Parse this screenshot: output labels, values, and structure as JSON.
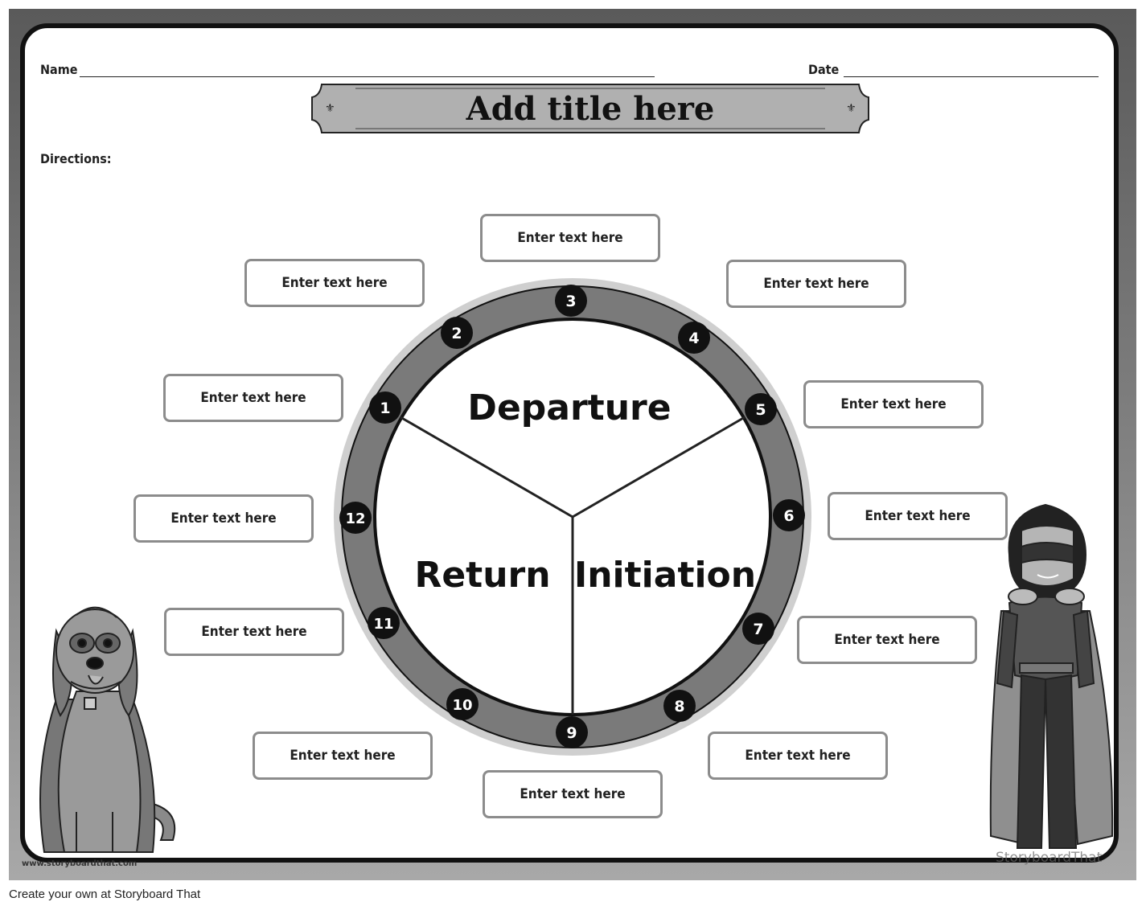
{
  "header": {
    "name_label": "Name",
    "date_label": "Date",
    "title": "Add title here",
    "directions_label": "Directions:"
  },
  "wheel": {
    "sections": {
      "top": "Departure",
      "left": "Return",
      "right": "Initiation"
    },
    "step_numbers": [
      "1",
      "2",
      "3",
      "4",
      "5",
      "6",
      "7",
      "8",
      "9",
      "10",
      "11",
      "12"
    ]
  },
  "text_boxes": [
    "Enter text here",
    "Enter text here",
    "Enter text here",
    "Enter text here",
    "Enter text here",
    "Enter text here",
    "Enter text here",
    "Enter text here",
    "Enter text here",
    "Enter text here",
    "Enter text here",
    "Enter text here"
  ],
  "watermark_left": "www.storyboardthat.com",
  "watermark_right": "StoryboardThat",
  "footer": "Create your own at Storyboard That"
}
